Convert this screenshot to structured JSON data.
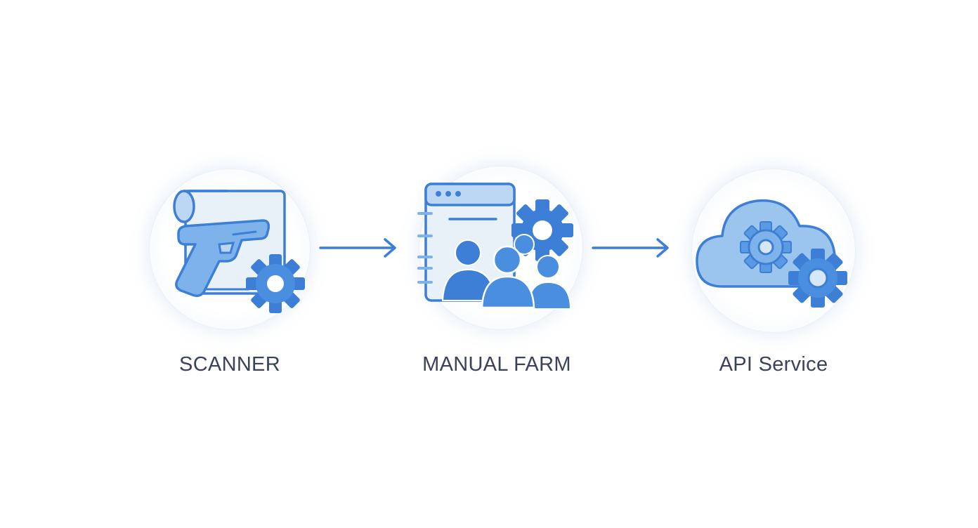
{
  "diagram": {
    "nodes": [
      {
        "id": "scanner",
        "label": "SCANNER",
        "icon": "scanner-gear-icon"
      },
      {
        "id": "manual-farm",
        "label": "MANUAL FARM",
        "icon": "team-document-gear-icon"
      },
      {
        "id": "api-service",
        "label": "API Service",
        "icon": "cloud-gears-icon"
      }
    ],
    "edges": [
      {
        "from": "scanner",
        "to": "manual-farm"
      },
      {
        "from": "manual-farm",
        "to": "api-service"
      }
    ],
    "colors": {
      "primary": "#3d7fd6",
      "fill_dark": "#4a8ee0",
      "fill_mid": "#7eb2ea",
      "fill_light": "#bcd7f3",
      "paper": "#e9f1f8",
      "text": "#3b4358"
    }
  }
}
